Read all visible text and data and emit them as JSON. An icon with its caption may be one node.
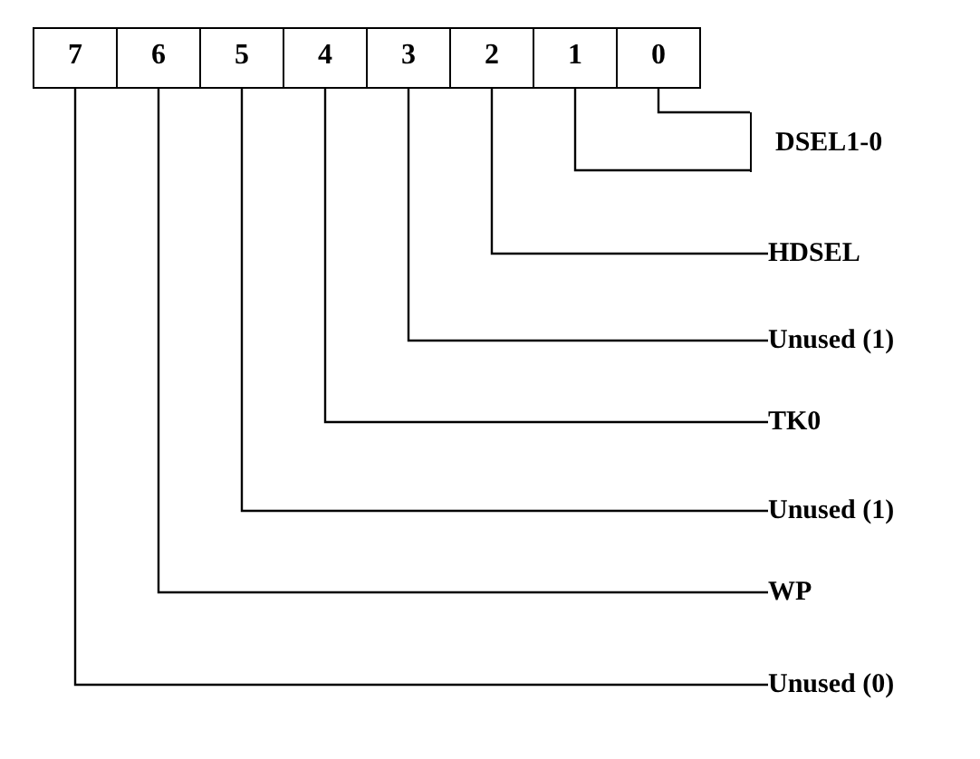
{
  "diagram": {
    "nodes": [
      {
        "text": [
          "7"
        ]
      },
      {
        "text": [
          "6"
        ]
      },
      {
        "text": [
          "5"
        ]
      },
      {
        "text": [
          "4"
        ]
      },
      {
        "text": [
          "3"
        ]
      },
      {
        "text": [
          "2"
        ]
      },
      {
        "text": [
          "1"
        ]
      },
      {
        "text": [
          "0"
        ]
      },
      {
        "text": [
          "DSEL1-0"
        ]
      },
      {
        "text": [
          "HDSEL"
        ]
      },
      {
        "text": [
          "Unused (1)"
        ]
      },
      {
        "text": [
          "TK0"
        ]
      },
      {
        "text": [
          "Unused (1)"
        ]
      },
      {
        "text": [
          "WP"
        ]
      },
      {
        "text": [
          "Unused (0)"
        ]
      }
    ],
    "edges": [
      {
        "from": 7,
        "to": 8,
        "arrow": "none"
      },
      {
        "from": 6,
        "to": 8,
        "arrow": "none"
      },
      {
        "from": 5,
        "to": 9,
        "arrow": "none"
      },
      {
        "from": 4,
        "to": 10,
        "arrow": "none"
      },
      {
        "from": 3,
        "to": 11,
        "arrow": "none"
      },
      {
        "from": 2,
        "to": 12,
        "arrow": "none"
      },
      {
        "from": 1,
        "to": 13,
        "arrow": "none"
      },
      {
        "from": 0,
        "to": 14,
        "arrow": "none"
      }
    ]
  }
}
